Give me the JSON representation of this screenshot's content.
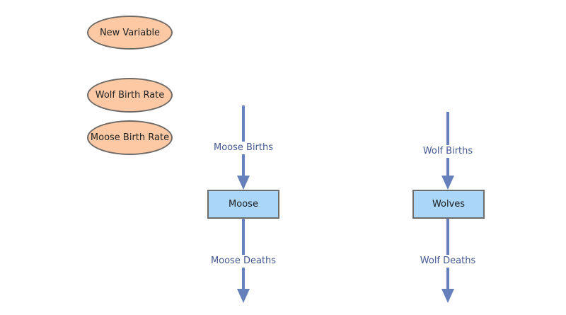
{
  "variables": [
    {
      "label": "New Variable"
    },
    {
      "label": "Wolf Birth Rate"
    },
    {
      "label": "Moose Birth Rate"
    }
  ],
  "stocks": [
    {
      "label": "Moose"
    },
    {
      "label": "Wolves"
    }
  ],
  "flows": [
    {
      "label": "Moose Births"
    },
    {
      "label": "Moose Deaths"
    },
    {
      "label": "Wolf Births"
    },
    {
      "label": "Wolf Deaths"
    }
  ],
  "colors": {
    "variable_fill": "#fdc9a5",
    "variable_border": "#6f6a66",
    "stock_fill": "#a9d6f9",
    "stock_border": "#6c6c6c",
    "flow": "#6680bb",
    "flow_label": "#44588f"
  }
}
